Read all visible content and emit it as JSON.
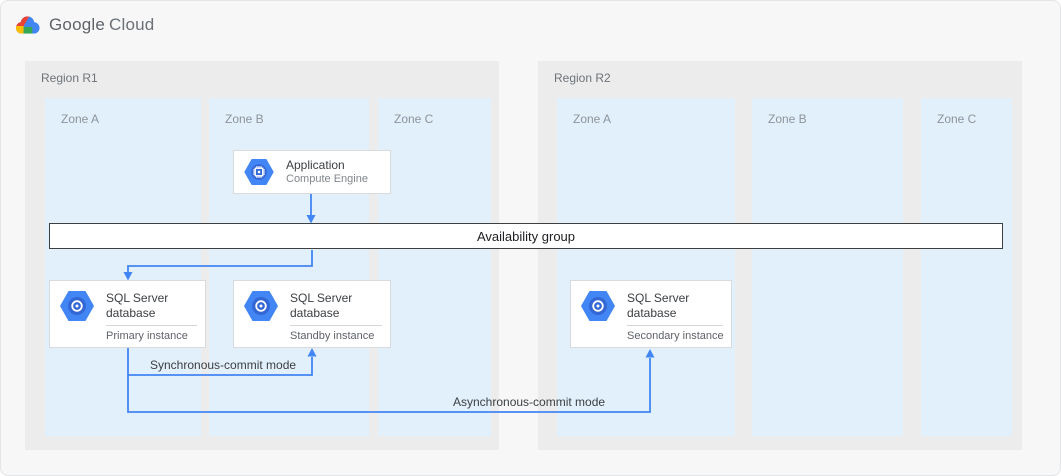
{
  "logo": {
    "brand": "Google",
    "product": "Cloud"
  },
  "regions": [
    {
      "label": "Region R1",
      "zones": [
        {
          "label": "Zone A"
        },
        {
          "label": "Zone B"
        },
        {
          "label": "Zone C"
        }
      ]
    },
    {
      "label": "Region R2",
      "zones": [
        {
          "label": "Zone A"
        },
        {
          "label": "Zone B"
        },
        {
          "label": "Zone C"
        }
      ]
    }
  ],
  "nodes": {
    "application": {
      "title": "Application",
      "subtitle": "Compute Engine",
      "icon": "compute-engine-hexagon-icon"
    },
    "availability_group": {
      "label": "Availability group"
    },
    "primary": {
      "title": "SQL Server database",
      "subtitle": "Primary instance",
      "icon": "cloud-sql-hexagon-icon"
    },
    "standby": {
      "title": "SQL Server database",
      "subtitle": "Standby instance",
      "icon": "cloud-sql-hexagon-icon"
    },
    "secondary": {
      "title": "SQL Server database",
      "subtitle": "Secondary instance",
      "icon": "cloud-sql-hexagon-icon"
    }
  },
  "edges": {
    "sync_label": "Synchronous-commit mode",
    "async_label": "Asynchronous-commit mode",
    "connections": [
      "Application -> Availability group",
      "Availability group -> Primary instance",
      "Primary instance -> Standby instance (synchronous-commit mode)",
      "Primary instance -> Secondary instance (asynchronous-commit mode)"
    ]
  },
  "colors": {
    "connector_blue": "#4285f4",
    "icon_hexagon_blue": "#4285f4",
    "icon_inner_blue": "#3367d6",
    "zone_bg": "#e2f0fb",
    "region_bg": "#ececec",
    "bar_border": "#3c4043",
    "logo_red": "#ea4335",
    "logo_yellow": "#fbbc05",
    "logo_green": "#34a853",
    "logo_blue": "#4285f4"
  }
}
